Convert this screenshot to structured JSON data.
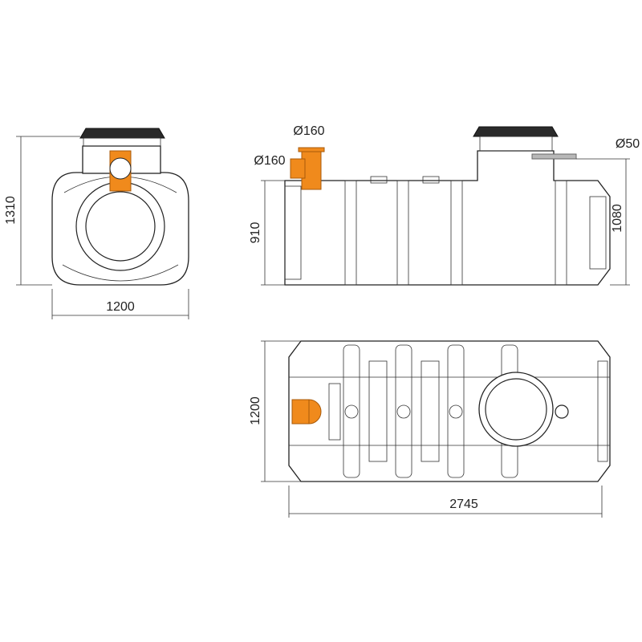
{
  "colors": {
    "pipe": "#f08a1c",
    "lid": "#2a2a2a",
    "line": "#222222",
    "gray_pipe": "#b8b8b8"
  },
  "front_view": {
    "height_label": "1310",
    "width_label": "1200"
  },
  "side_view": {
    "inlet_vertical_label": "Ø160",
    "inlet_horizontal_label": "Ø160",
    "vent_label": "Ø50",
    "body_height_label": "910",
    "total_height_label": "1080"
  },
  "top_view": {
    "width_label": "1200",
    "length_label": "2745"
  }
}
